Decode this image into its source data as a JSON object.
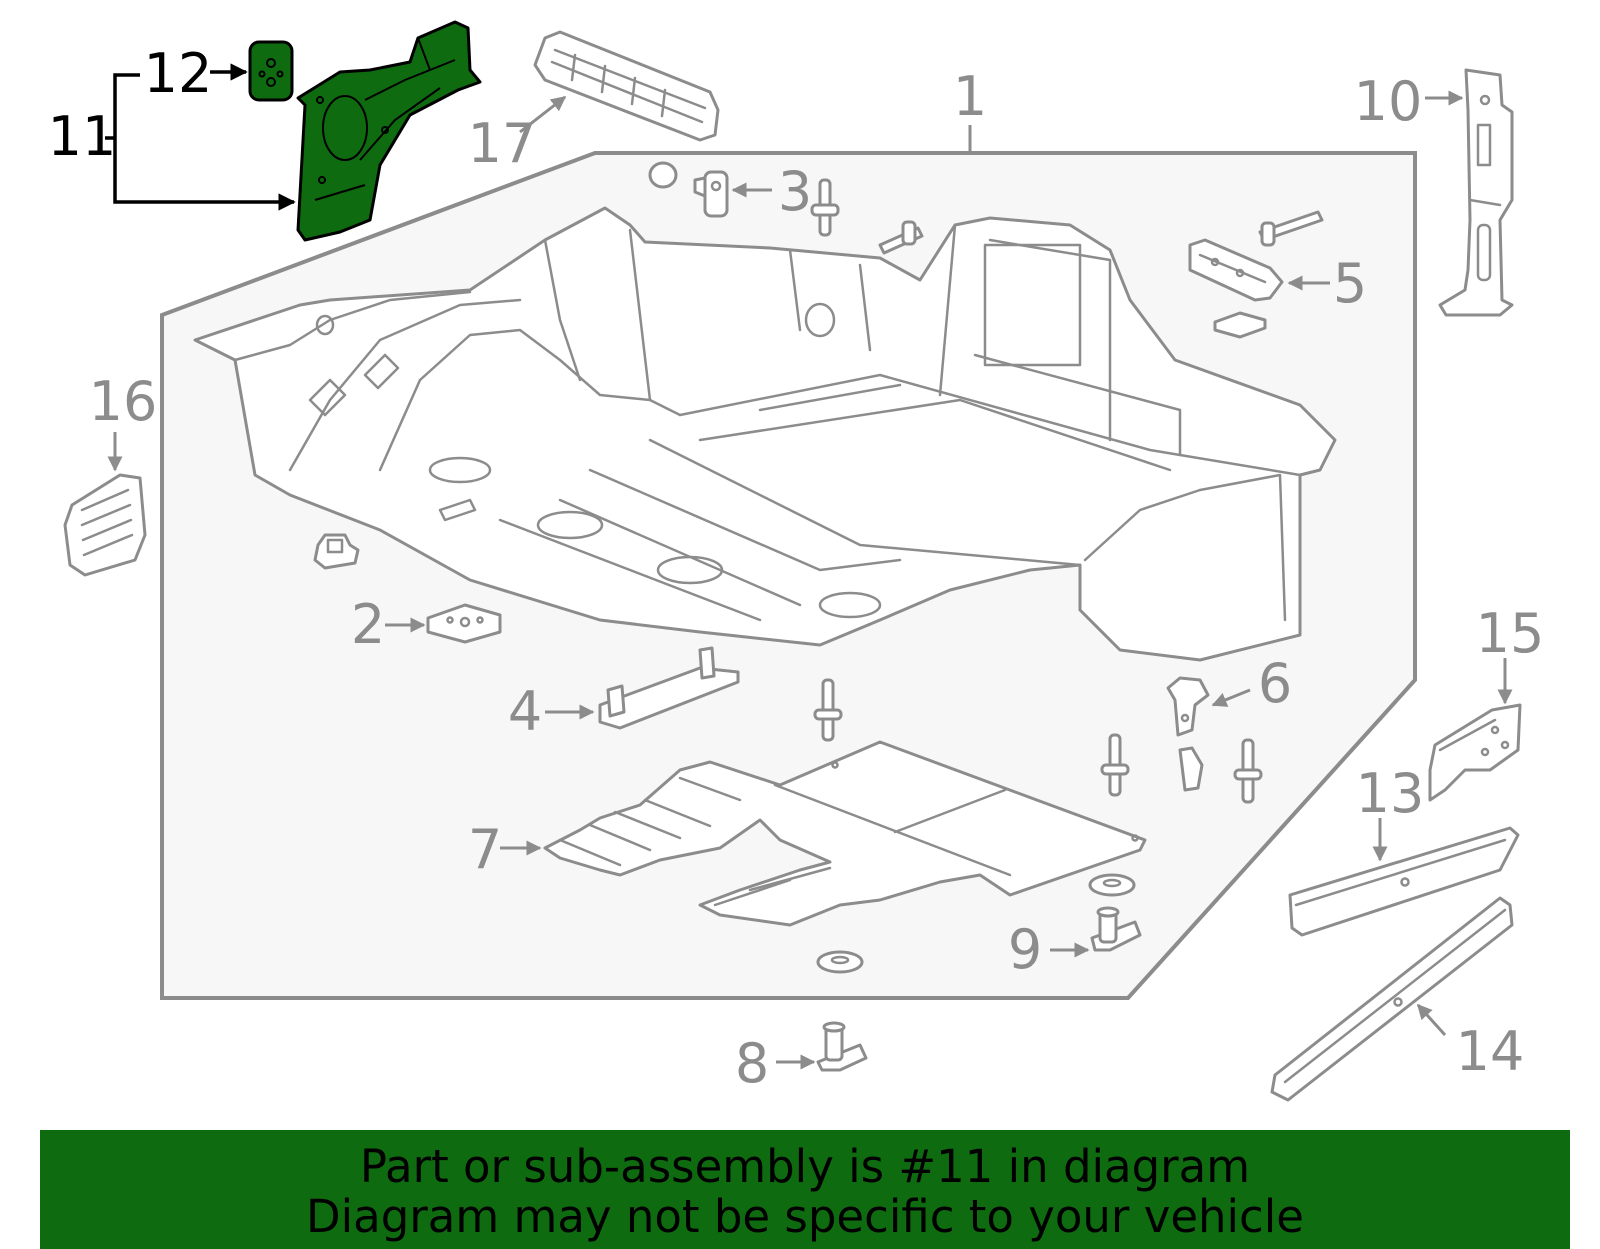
{
  "callouts": {
    "c1": "1",
    "c2": "2",
    "c3": "3",
    "c4": "4",
    "c5": "5",
    "c6": "6",
    "c7": "7",
    "c8": "8",
    "c9": "9",
    "c10": "10",
    "c11": "11",
    "c12": "12",
    "c13": "13",
    "c14": "14",
    "c15": "15",
    "c16": "16",
    "c17": "17"
  },
  "highlight": {
    "part": "11",
    "color": "#0f6b0f"
  },
  "colors": {
    "line_gray": "#8c8c8c",
    "panel_fill": "#f7f7f7",
    "banner": "#0f6b0f"
  },
  "banner": {
    "line1": "Part or sub-assembly is #11 in diagram",
    "line2": "Diagram may not be specific to your vehicle"
  }
}
